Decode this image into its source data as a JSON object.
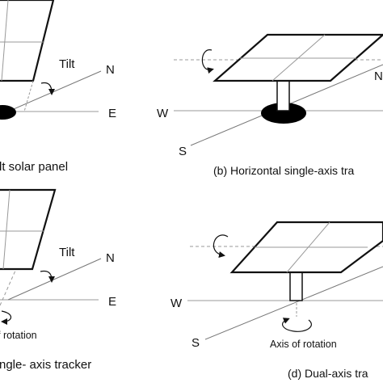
{
  "panels": {
    "a": {
      "tilt_label": "Tilt",
      "north_label": "N",
      "east_label": "E",
      "caption": "lt solar panel"
    },
    "b": {
      "west_label": "W",
      "south_label": "S",
      "north_label": "N",
      "caption": "(b) Horizontal single-axis tra"
    },
    "c": {
      "tilt_label": "Tilt",
      "north_label": "N",
      "east_label": "E",
      "axis_label": "f rotation",
      "caption": "ngle- axis tracker"
    },
    "d": {
      "west_label": "W",
      "south_label": "S",
      "axis_label": "Axis of rotation",
      "caption": "(d) Dual-axis tra"
    }
  },
  "colors": {
    "stroke": "#111111",
    "guide": "#9a9a9a",
    "fill": "#ffffff",
    "ground": "#000000"
  }
}
